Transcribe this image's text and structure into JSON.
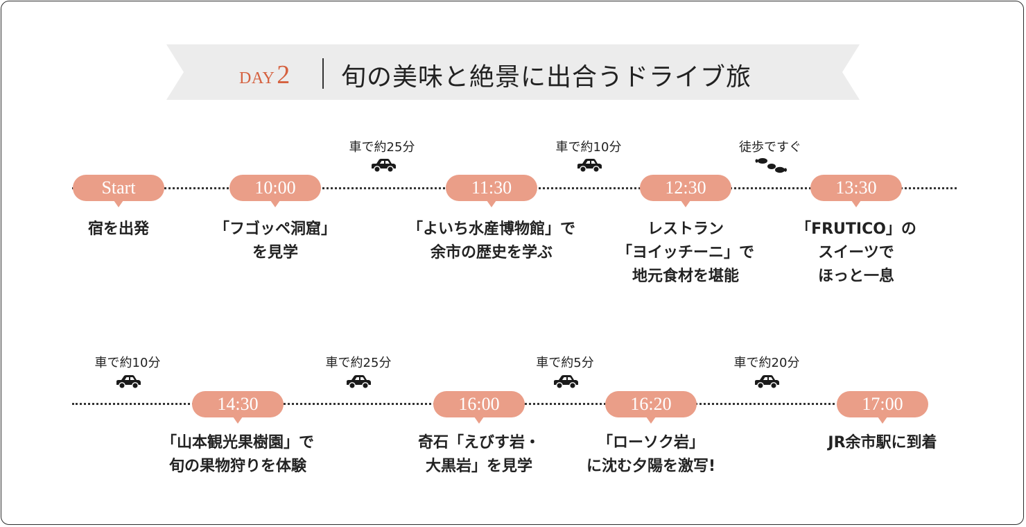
{
  "header": {
    "day_label": "DAY",
    "day_number": "2",
    "title": "旬の美味と絶景に出合うドライブ旅"
  },
  "row1": {
    "stops": [
      {
        "time": "Start",
        "desc": [
          "宿を出発"
        ]
      },
      {
        "time": "10:00",
        "desc": [
          "「フゴッペ洞窟」",
          "を見学"
        ]
      },
      {
        "time": "11:30",
        "desc": [
          "「よいち水産博物館」で",
          "余市の歴史を学ぶ"
        ]
      },
      {
        "time": "12:30",
        "desc": [
          "レストラン",
          "「ヨイッチーニ」で",
          "地元食材を堪能"
        ]
      },
      {
        "time": "13:30",
        "desc": [
          "「FRUTICO」の",
          "スイーツで",
          "ほっと一息"
        ]
      }
    ],
    "transits": [
      {
        "text": "車で約25分",
        "icon": "car-icon"
      },
      {
        "text": "車で約10分",
        "icon": "car-icon"
      },
      {
        "text": "徒歩ですぐ",
        "icon": "footprints-icon"
      }
    ]
  },
  "row2": {
    "stops": [
      {
        "time": "14:30",
        "desc": [
          "「山本観光果樹園」で",
          "旬の果物狩りを体験"
        ]
      },
      {
        "time": "16:00",
        "desc": [
          "奇石「えびす岩・",
          "大黒岩」を見学"
        ]
      },
      {
        "time": "16:20",
        "desc": [
          "「ローソク岩」",
          "に沈む夕陽を激写!"
        ]
      },
      {
        "time": "17:00",
        "desc": [
          "JR余市駅に到着"
        ]
      }
    ],
    "transits": [
      {
        "text": "車で約10分",
        "icon": "car-icon"
      },
      {
        "text": "車で約25分",
        "icon": "car-icon"
      },
      {
        "text": "車で約5分",
        "icon": "car-icon"
      },
      {
        "text": "車で約20分",
        "icon": "car-icon"
      }
    ]
  },
  "colors": {
    "accent": "#d5613f",
    "pill": "#ea9e88",
    "banner": "#ececec",
    "text": "#222222"
  }
}
